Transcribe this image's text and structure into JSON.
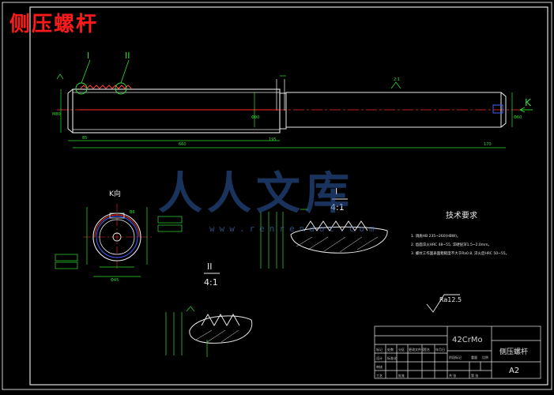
{
  "drawing": {
    "title": "侧压螺杆",
    "k_label": "K",
    "k_view_label": "K向",
    "detail_I_label": "I",
    "detail_I_scale": "4:1",
    "detail_II_label": "II",
    "detail_II_scale": "4:1",
    "roman_I": "I",
    "roman_II": "II",
    "tech_req_title": "技术要求",
    "tech_req_lines": [
      "1. 调质HB 235~260(HBW)。",
      "2. 齿面淬火HRC 48~55, 淬硬层深1.5~2.0mm。",
      "3. 螺纹工作面表面粗糙度不大于Ra0.8, 淬火后HRC 50~55。"
    ],
    "roughness_symbol": "Ra12.5",
    "material": "42CrMo",
    "part_name": "侧压螺杆",
    "sheet_size": "A2",
    "tb_labels": [
      "标记",
      "处数",
      "分区",
      "更改文件号",
      "签名",
      "年月日",
      "设计",
      "标准化",
      "阶段标记",
      "重量",
      "比例",
      "审核",
      "工艺",
      "批准",
      "共 张",
      "第 张"
    ],
    "dim_texts": [
      "660",
      "170",
      "195",
      "85",
      "M80",
      "Φ60",
      "Φ90",
      "Φ45",
      "B6",
      "2:1"
    ],
    "watermark_text": "人人文库",
    "watermark_url": "www.renrendoc.com"
  }
}
